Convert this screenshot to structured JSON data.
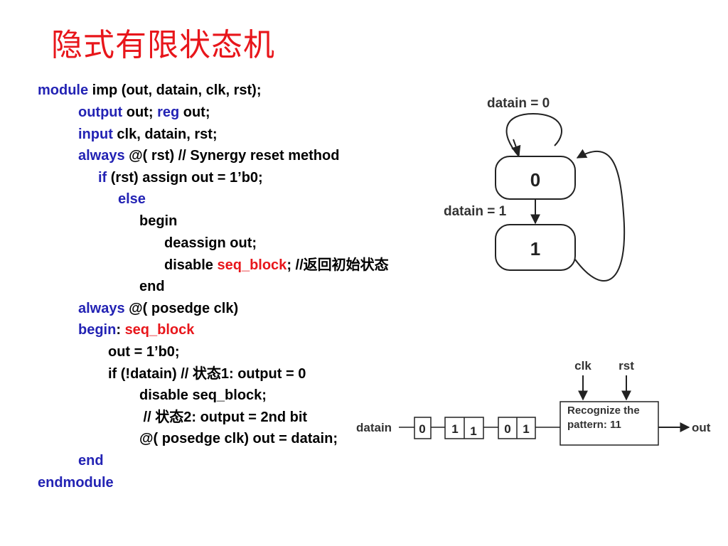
{
  "title": "隐式有限状态机",
  "code": {
    "l1": {
      "kw": "module",
      "rest": " imp (out, datain, clk, rst);"
    },
    "l2": {
      "kw": "output",
      "mid": " out; ",
      "kw2": "reg",
      "rest": " out;"
    },
    "l3": {
      "kw": "input",
      "rest": " clk, datain, rst;"
    },
    "l4": {
      "kw": "always",
      "rest": " @( rst) // Synergy reset method"
    },
    "l5": {
      "kw": "if",
      "rest": " (rst) assign out = 1’b0;"
    },
    "l6": {
      "kw": "else"
    },
    "l7": {
      "text": "begin"
    },
    "l8": {
      "text": "deassign out;"
    },
    "l9": {
      "pre": "disable ",
      "red": "seq_block",
      "rest": "; //返回初始状态"
    },
    "l10": {
      "text": "end"
    },
    "l11": {
      "kw": "always",
      "rest": " @( posedge clk)"
    },
    "l12": {
      "kw": "begin",
      "rest": ": ",
      "red": "seq_block"
    },
    "l13": {
      "text": "out = 1’b0;"
    },
    "l14": {
      "text": "if (!datain) // 状态1: output = 0"
    },
    "l15": {
      "text": "disable seq_block;"
    },
    "l16": {
      "text": " // 状态2: output = 2nd bit"
    },
    "l17": {
      "text": "@( posedge clk) out = datain;"
    },
    "l18": {
      "kw": "end"
    },
    "l19": {
      "kw": "endmodule"
    }
  },
  "fsm": {
    "label_top": "datain = 0",
    "label_mid": "datain = 1",
    "state0": "0",
    "state1": "1"
  },
  "block": {
    "clk": "clk",
    "rst": "rst",
    "datain": "datain",
    "bits": [
      "0",
      "1",
      "1",
      "0",
      "1"
    ],
    "box_line1": "Recognize the",
    "box_line2": "pattern: 11",
    "out": "out"
  }
}
